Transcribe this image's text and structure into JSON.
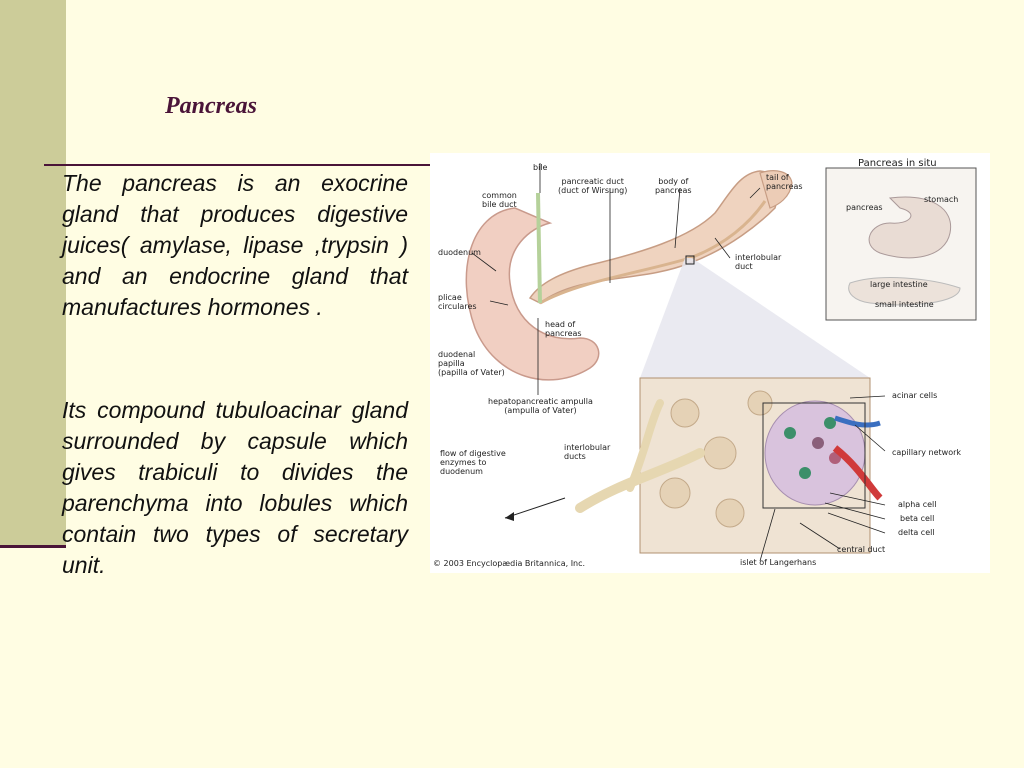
{
  "slide": {
    "title": "Pancreas",
    "paragraph1": "The pancreas is an exocrine gland that produces digestive juices( amylase, lipase ,trypsin ) and an endocrine gland that manufactures hormones .",
    "paragraph2": "Its compound tubuloacinar gland surrounded by capsule which gives trabiculi to divides the parenchyma into lobules which contain two types of secretary unit."
  },
  "figure": {
    "inset_title": "Pancreas in situ",
    "copyright": "© 2003 Encyclopædia Britannica, Inc.",
    "labels": {
      "bile": "bile",
      "common_bile_duct": "common\nbile duct",
      "pancreatic_duct": "pancreatic duct\n(duct of Wirsung)",
      "body_of_pancreas": "body of\npancreas",
      "tail_of_pancreas": "tail of\npancreas",
      "duodenum": "duodenum",
      "interlobular_duct": "interlobular\nduct",
      "plicae_circulares": "plicae\ncirculares",
      "head_of_pancreas": "head of\npancreas",
      "duodenal_papilla": "duodenal\npapilla\n(papilla of Vater)",
      "hepatopancreatic_ampulla": "hepatopancreatic ampulla\n(ampulla of Vater)",
      "inset_pancreas": "pancreas",
      "inset_stomach": "stomach",
      "inset_large_intestine": "large intestine",
      "inset_small_intestine": "small intestine",
      "acinar_cells": "acinar cells",
      "capillary_network": "capillary network",
      "flow_of_digestive_enzymes": "flow of digestive\nenzymes to\nduodenum",
      "interlobular_ducts": "interlobular\nducts",
      "alpha_cell": "alpha cell",
      "beta_cell": "beta cell",
      "delta_cell": "delta cell",
      "central_duct": "central duct",
      "islet_of_langerhans": "islet of Langerhans"
    }
  }
}
